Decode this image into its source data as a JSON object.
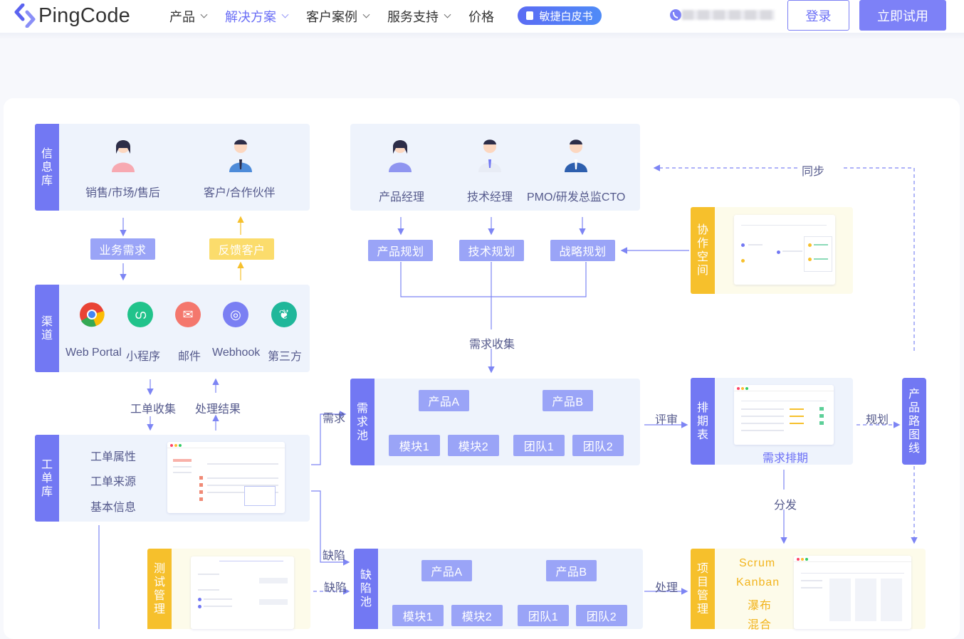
{
  "header": {
    "logo": "PingCode",
    "nav": [
      {
        "label": "产品",
        "dropdown": true
      },
      {
        "label": "解决方案",
        "dropdown": true,
        "active": true
      },
      {
        "label": "客户案例",
        "dropdown": true
      },
      {
        "label": "服务支持",
        "dropdown": true
      },
      {
        "label": "价格",
        "dropdown": false
      }
    ],
    "whitepaper": "敏捷白皮书",
    "login": "登录",
    "trial": "立即试用"
  },
  "colors": {
    "accent": "#7278f3",
    "yellow": "#f6c02c",
    "panel": "#eef3fc",
    "text_blue": "#6b6ff6"
  },
  "diagram": {
    "info_lib": {
      "label": "信息库",
      "roles": [
        "销售/市场/售后",
        "客户/合作伙伴"
      ]
    },
    "biz_req": "业务需求",
    "feedback": "反馈客户",
    "channels": {
      "label": "渠道",
      "items": [
        {
          "name": "Web Portal",
          "icon": "chrome-icon"
        },
        {
          "name": "小程序",
          "icon": "miniprogram-icon"
        },
        {
          "name": "邮件",
          "icon": "mail-icon"
        },
        {
          "name": "Webhook",
          "icon": "globe-icon"
        },
        {
          "name": "第三方",
          "icon": "tooth-icon"
        }
      ]
    },
    "ticket_collect": "工单收集",
    "process_result": "处理结果",
    "ticket_lib": {
      "label": "工单库",
      "fields": [
        "工单属性",
        "工单来源",
        "基本信息"
      ]
    },
    "roles": [
      "产品经理",
      "技术经理",
      "PMO/研发总监CTO"
    ],
    "plans": [
      "产品规划",
      "技术规划",
      "战略规划"
    ],
    "req_collect": "需求收集",
    "sync": "同步",
    "collab": "协作空间",
    "req_pool": {
      "label": "需求池",
      "products": [
        "产品A",
        "产品B"
      ],
      "subs": [
        "模块1",
        "模块2",
        "团队1",
        "团队2"
      ]
    },
    "req_arrow": "需求",
    "review": "评审",
    "schedule": {
      "label": "排期表",
      "caption": "需求排期"
    },
    "plan": "规划",
    "roadmap": "产品路图线",
    "dispatch": "分发",
    "defect_arrow1": "缺陷",
    "defect_arrow2": "缺陷",
    "test_mgmt": "测试管理",
    "defect_pool": {
      "label": "缺陷池",
      "products": [
        "产品A",
        "产品B"
      ],
      "subs": [
        "模块1",
        "模块2",
        "团队1",
        "团队2"
      ]
    },
    "handle": "处理",
    "project": {
      "label": "项目管理",
      "methods": [
        "Scrum",
        "Kanban",
        "瀑布",
        "混合"
      ]
    }
  }
}
